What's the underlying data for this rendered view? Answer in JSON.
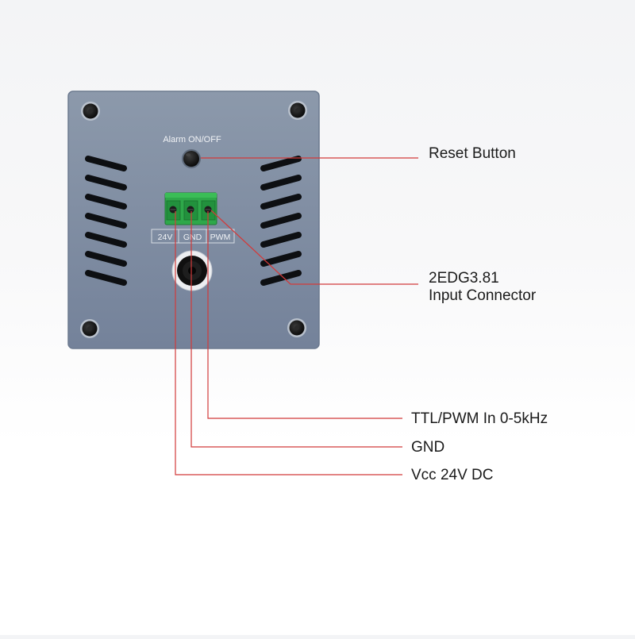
{
  "device": {
    "alarm_label": "Alarm ON/OFF",
    "pin_labels": [
      "24V",
      "GND",
      "PWM"
    ]
  },
  "callouts": {
    "reset_button": "Reset Button",
    "connector_line1": "2EDG3.81",
    "connector_line2": "Input Connector",
    "ttl_pwm": "TTL/PWM In 0-5kHz",
    "gnd": "GND",
    "vcc": "Vcc 24V DC"
  },
  "colors": {
    "leader_line": "#d23a3a",
    "panel": "#7f8da1",
    "terminal_block": "#2ea84a"
  }
}
